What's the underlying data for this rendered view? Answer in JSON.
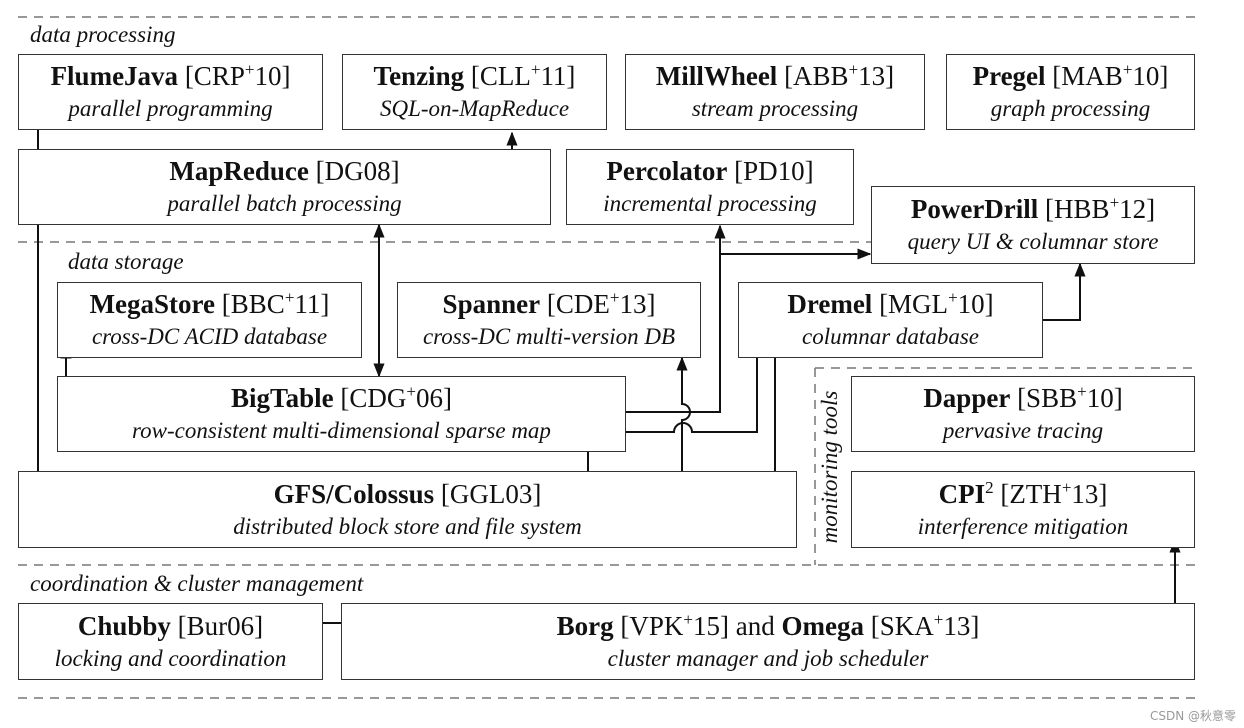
{
  "sections": {
    "data_processing": "data processing",
    "data_storage": "data storage",
    "monitoring_tools": "monitoring tools",
    "coordination": "coordination & cluster management"
  },
  "boxes": {
    "flumejava": {
      "name": "FlumeJava",
      "ref_pre": "[CRP",
      "ref_sup": "+",
      "ref_post": "10]",
      "sub": "parallel programming"
    },
    "tenzing": {
      "name": "Tenzing",
      "ref_pre": "[CLL",
      "ref_sup": "+",
      "ref_post": "11]",
      "sub": "SQL-on-MapReduce"
    },
    "millwheel": {
      "name": "MillWheel",
      "ref_pre": "[ABB",
      "ref_sup": "+",
      "ref_post": "13]",
      "sub": "stream processing"
    },
    "pregel": {
      "name": "Pregel",
      "ref_pre": "[MAB",
      "ref_sup": "+",
      "ref_post": "10]",
      "sub": "graph processing"
    },
    "mapreduce": {
      "name": "MapReduce",
      "ref": "[DG08]",
      "sub": "parallel batch processing"
    },
    "percolator": {
      "name": "Percolator",
      "ref": "[PD10]",
      "sub": "incremental processing"
    },
    "powerdrill": {
      "name": "PowerDrill",
      "ref_pre": "[HBB",
      "ref_sup": "+",
      "ref_post": "12]",
      "sub": "query UI & columnar store"
    },
    "megastore": {
      "name": "MegaStore",
      "ref_pre": "[BBC",
      "ref_sup": "+",
      "ref_post": "11]",
      "sub": "cross-DC ACID database"
    },
    "spanner": {
      "name": "Spanner",
      "ref_pre": "[CDE",
      "ref_sup": "+",
      "ref_post": "13]",
      "sub": "cross-DC multi-version DB"
    },
    "dremel": {
      "name": "Dremel",
      "ref_pre": "[MGL",
      "ref_sup": "+",
      "ref_post": "10]",
      "sub": "columnar database"
    },
    "bigtable": {
      "name": "BigTable",
      "ref_pre": "[CDG",
      "ref_sup": "+",
      "ref_post": "06]",
      "sub": "row-consistent multi-dimensional sparse map"
    },
    "gfs": {
      "name": "GFS/Colossus",
      "ref": "[GGL03]",
      "sub": "distributed block store and file system"
    },
    "dapper": {
      "name": "Dapper",
      "ref_pre": "[SBB",
      "ref_sup": "+",
      "ref_post": "10]",
      "sub": "pervasive tracing"
    },
    "cpi2": {
      "name": "CPI",
      "name_sup": "2",
      "ref_pre": "[ZTH",
      "ref_sup": "+",
      "ref_post": "13]",
      "sub": "interference mitigation"
    },
    "chubby": {
      "name": "Chubby",
      "ref": "[Bur06]",
      "sub": "locking and coordination"
    },
    "borg": {
      "name": "Borg",
      "ref_pre": "[VPK",
      "ref_sup": "+",
      "ref_post": "15]",
      "mid": "and",
      "name2": "Omega",
      "ref2_pre": "[SKA",
      "ref2_sup": "+",
      "ref2_post": "13]",
      "sub": "cluster manager and job scheduler"
    }
  },
  "watermark": "CSDN @秋意零"
}
